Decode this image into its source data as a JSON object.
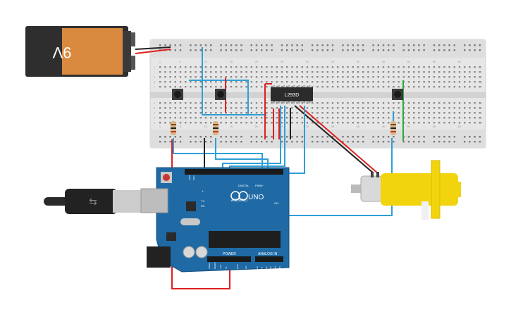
{
  "battery": {
    "label": "9V",
    "body_color": "#d98a3f",
    "cap_color": "#2e2e2e"
  },
  "chip": {
    "label": "L293D",
    "color": "#2b2b2b"
  },
  "arduino": {
    "brand": "ARDUINO",
    "model": "UNO",
    "digital_label": "DIGITAL",
    "pwm_label": "PWM~",
    "power_label": "POWER",
    "analog_label": "ANALOG IN",
    "aref_label": "AREF",
    "gnd_label": "GND",
    "tx_label": "TX",
    "rx_label": "RX",
    "l_label": "L",
    "on_label": "ON",
    "ioref_label": "IOREF",
    "reset_label": "RESET",
    "v33_label": "3.3V",
    "v5_label": "5V",
    "vin_label": "Vin",
    "analog_pins": [
      "A0",
      "A1",
      "A2",
      "A3",
      "A4",
      "A5"
    ],
    "board_color": "#1f6aa5"
  },
  "breadboard": {
    "row_numbers": [
      "1",
      "5",
      "10",
      "15",
      "20",
      "25",
      "30",
      "35",
      "40",
      "45",
      "50",
      "55",
      "60"
    ],
    "row_letters": [
      "j",
      "i",
      "h",
      "g",
      "f",
      "e",
      "d",
      "c",
      "b",
      "a"
    ]
  },
  "wire_colors": {
    "red": "#e02020",
    "black": "#222222",
    "blue": "#2f9fd6",
    "green": "#2fa83a"
  },
  "motor": {
    "body_color": "#f2d40e"
  }
}
